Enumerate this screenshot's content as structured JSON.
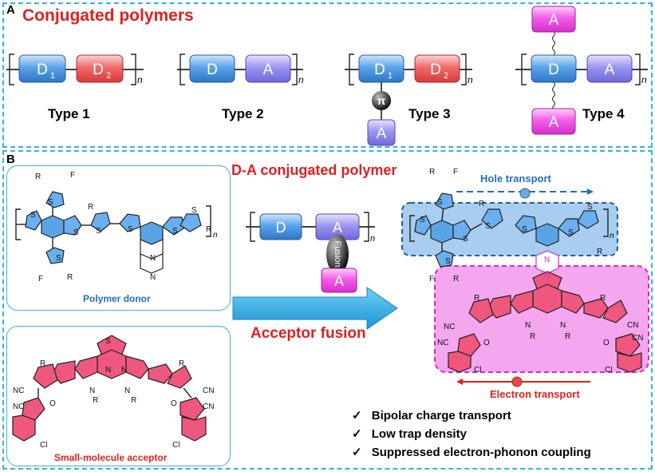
{
  "panel_a": {
    "letter": "A",
    "title": "Conjugated polymers",
    "types": [
      {
        "label": "Type 1",
        "blocks": [
          "D",
          "D"
        ],
        "subs": [
          "1",
          "2"
        ]
      },
      {
        "label": "Type 2",
        "blocks": [
          "D",
          "A"
        ]
      },
      {
        "label": "Type 3",
        "blocks": [
          "D",
          "D",
          "A"
        ],
        "subs": [
          "1",
          "2"
        ],
        "linker": "π"
      },
      {
        "label": "Type 4",
        "blocks": [
          "D",
          "A",
          "A",
          "A"
        ]
      }
    ],
    "repeat_n": "n"
  },
  "panel_b": {
    "letter": "B",
    "title": "D-A conjugated polymer",
    "polymer_donor_caption": "Polymer donor",
    "acceptor_caption": "Small-molecule acceptor",
    "scheme": {
      "d": "D",
      "a": "A",
      "fusion": "Fusion",
      "a2": "A",
      "n": "n"
    },
    "arrow_label": "Acceptor fusion",
    "hole_transport": "Hole transport",
    "electron_transport": "Electron transport",
    "atoms": {
      "S": "S",
      "N": "N",
      "F": "F",
      "Cl": "Cl",
      "O": "O",
      "NC": "NC",
      "CN": "CN",
      "R1": "R",
      "R2": "R",
      "R3": "R",
      "R4": "R"
    },
    "features": [
      "Bipolar charge transport",
      "Low trap density",
      "Suppressed electron-phonon coupling"
    ],
    "check_mark": "✓"
  },
  "colors": {
    "panel_border": "#34b3e4",
    "title_red": "#e0201f",
    "donor_blue": "#5aa4e6",
    "acceptor_pink": "#f0577e",
    "fused_magenta": "#ef5bd8",
    "hole_blue": "#1f6fbf",
    "electron_red": "#e0201f"
  }
}
